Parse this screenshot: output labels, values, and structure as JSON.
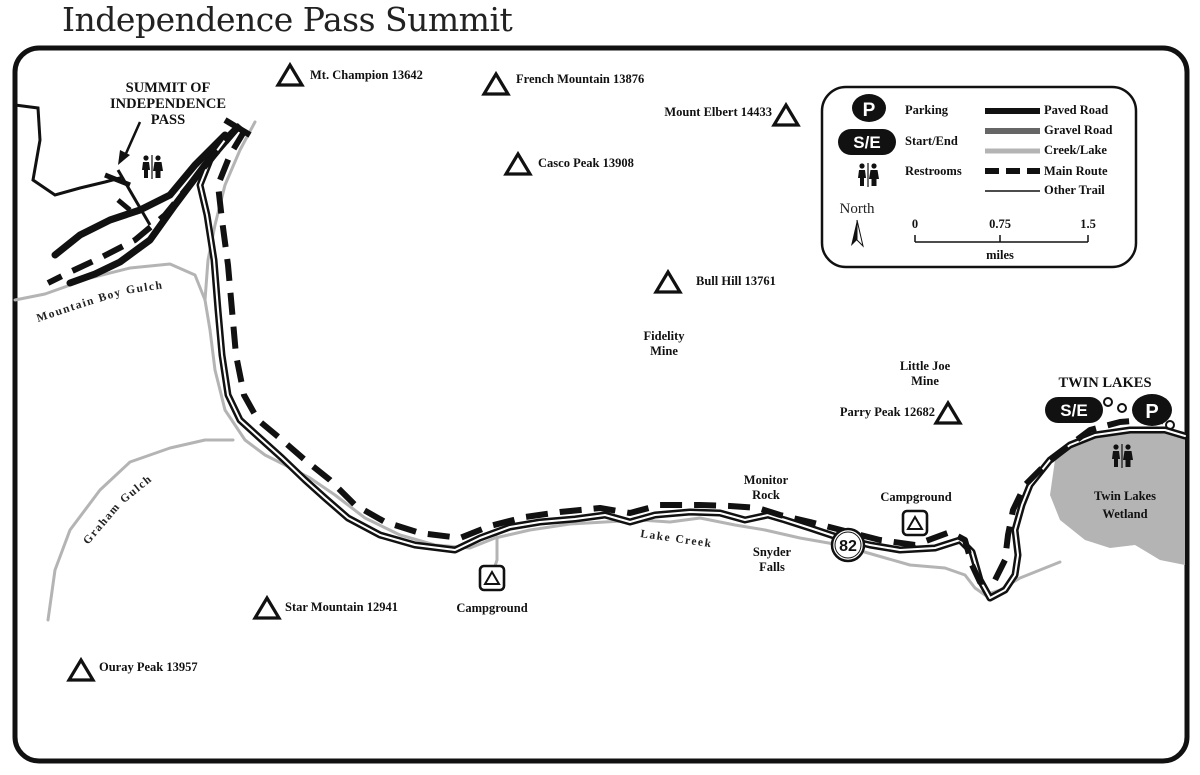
{
  "title": "Independence Pass Summit",
  "summit": {
    "line1": "SUMMIT OF",
    "line2": "INDEPENDENCE",
    "line3": "PASS"
  },
  "twin_lakes": "TWIN LAKES",
  "wetland": {
    "line1": "Twin Lakes",
    "line2": "Wetland"
  },
  "peaks": {
    "champion": "Mt. Champion 13642",
    "french": "French Mountain 13876",
    "elbert": "Mount Elbert 14433",
    "casco": "Casco Peak 13908",
    "bull": "Bull Hill 13761",
    "parry": "Parry Peak 12682",
    "star": "Star Mountain 12941",
    "ouray": "Ouray Peak 13957"
  },
  "features": {
    "fidelity": {
      "line1": "Fidelity",
      "line2": "Mine"
    },
    "littlejoe": {
      "line1": "Little Joe",
      "line2": "Mine"
    },
    "monitor": {
      "line1": "Monitor",
      "line2": "Rock"
    },
    "snyder": {
      "line1": "Snyder",
      "line2": "Falls"
    },
    "campground": "Campground"
  },
  "creeks": {
    "mountain_boy": "Mountain Boy Gulch",
    "graham": "Graham Gulch",
    "lake_creek": "Lake Creek"
  },
  "highway": "82",
  "badges": {
    "parking": "P",
    "start_end": "S/E"
  },
  "legend": {
    "parking": "Parking",
    "start_end": "Start/End",
    "restrooms": "Restrooms",
    "paved_road": "Paved Road",
    "gravel_road": "Gravel Road",
    "creek_lake": "Creek/Lake",
    "main_route": "Main Route",
    "other_trail": "Other Trail",
    "north": "North",
    "scale": [
      "0",
      "0.75",
      "1.5"
    ],
    "scale_unit": "miles"
  },
  "colors": {
    "road": "#111111",
    "gravel": "#666666",
    "creek": "#b4b4b4",
    "lake": "#b4b4b4",
    "frame": "#111111"
  },
  "icons": [
    "peak-triangle-icon",
    "campground-icon",
    "restroom-icon",
    "north-arrow-icon",
    "parking-badge",
    "start-end-badge",
    "highway-82-shield"
  ]
}
